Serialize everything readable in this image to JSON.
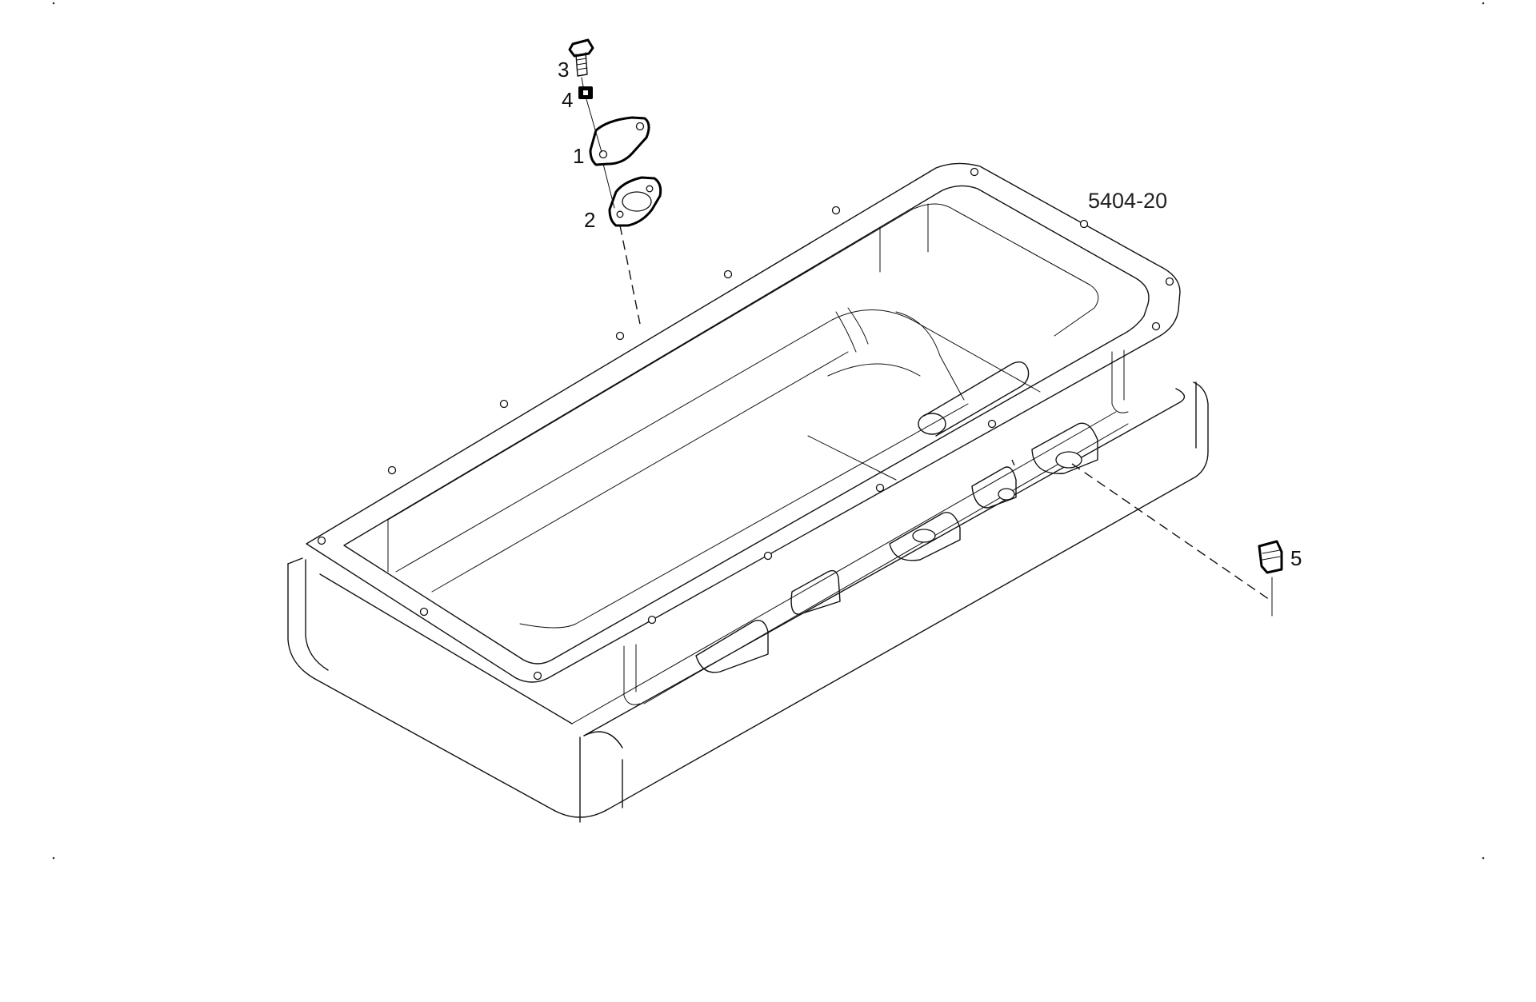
{
  "diagram": {
    "reference_code": "5404-20",
    "callouts": [
      {
        "id": "1",
        "label": "1"
      },
      {
        "id": "2",
        "label": "2"
      },
      {
        "id": "3",
        "label": "3"
      },
      {
        "id": "4",
        "label": "4"
      },
      {
        "id": "5",
        "label": "5"
      }
    ]
  }
}
